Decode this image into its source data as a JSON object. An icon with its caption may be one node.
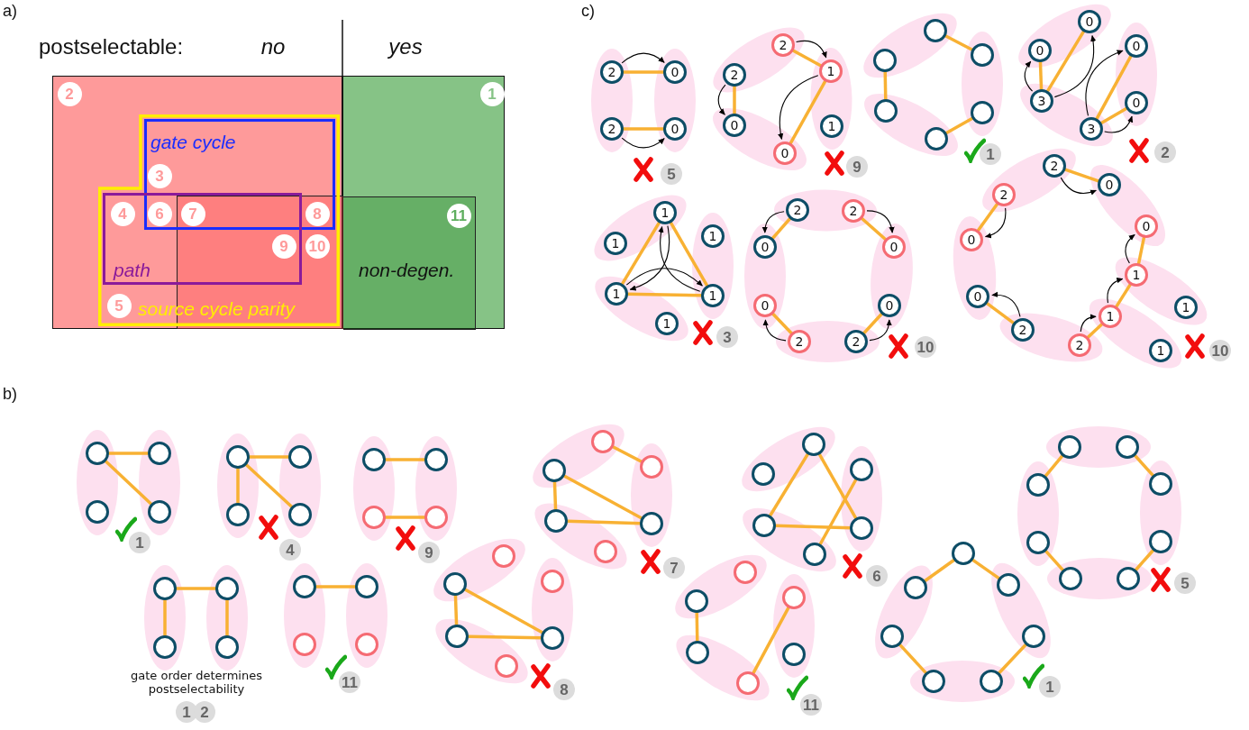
{
  "diagram": {
    "nodes": [
      {
        "text": [
          "2"
        ]
      },
      {
        "text": [
          "1"
        ]
      },
      {
        "text": [
          "5",
          "source cycle parity"
        ],
        "in": 0
      },
      {
        "text": [
          "gate cycle"
        ],
        "in": 2
      },
      {
        "text": [
          "path"
        ],
        "in": 2
      },
      {
        "text": [
          "11",
          "non-degen."
        ],
        "in": 1
      },
      {
        "text": [
          "2"
        ]
      },
      {
        "text": [
          "0"
        ]
      },
      {
        "text": [
          "2"
        ]
      },
      {
        "text": [
          "0"
        ]
      },
      {
        "text": [
          "2"
        ]
      },
      {
        "text": [
          "1"
        ]
      },
      {
        "text": [
          "2"
        ]
      },
      {
        "text": [
          "0"
        ]
      },
      {
        "text": [
          "1"
        ]
      },
      {
        "text": [
          "0"
        ]
      },
      {
        "text": [],
        "shape": "circle"
      },
      {
        "text": [],
        "shape": "circle"
      },
      {
        "text": [],
        "shape": "circle"
      },
      {
        "text": [],
        "shape": "circle"
      },
      {
        "text": [],
        "shape": "circle"
      },
      {
        "text": [],
        "shape": "circle"
      },
      {
        "text": [
          "0"
        ]
      },
      {
        "text": [
          "0"
        ]
      },
      {
        "text": [
          "0"
        ]
      },
      {
        "text": [
          "3"
        ]
      },
      {
        "text": [
          "0"
        ]
      },
      {
        "text": [
          "3"
        ]
      },
      {
        "text": [
          "1"
        ]
      },
      {
        "text": [
          "1"
        ]
      },
      {
        "text": [
          "1"
        ]
      },
      {
        "text": [
          "1"
        ]
      },
      {
        "text": [
          "1"
        ]
      },
      {
        "text": [
          "1"
        ]
      },
      {
        "text": [
          "2"
        ]
      },
      {
        "text": [
          "2"
        ]
      },
      {
        "text": [
          "0"
        ]
      },
      {
        "text": [
          "0"
        ]
      },
      {
        "text": [
          "0"
        ]
      },
      {
        "text": [
          "0"
        ]
      },
      {
        "text": [
          "2"
        ]
      },
      {
        "text": [
          "2"
        ]
      },
      {
        "text": [
          "2"
        ]
      },
      {
        "text": [
          "0"
        ]
      },
      {
        "text": [
          "2"
        ]
      },
      {
        "text": [
          "0"
        ]
      },
      {
        "text": [
          "0"
        ]
      },
      {
        "text": [
          "1"
        ]
      },
      {
        "text": [
          "0"
        ]
      },
      {
        "text": [
          "1"
        ]
      },
      {
        "text": [
          "1"
        ]
      },
      {
        "text": [
          "2"
        ]
      },
      {
        "text": [
          "2"
        ]
      },
      {
        "text": [
          "1"
        ]
      },
      {
        "text": [],
        "shape": "circle"
      },
      {
        "text": [],
        "shape": "circle"
      },
      {
        "text": [],
        "shape": "circle"
      },
      {
        "text": [],
        "shape": "circle"
      },
      {
        "text": [],
        "shape": "circle"
      },
      {
        "text": [],
        "shape": "circle"
      },
      {
        "text": [],
        "shape": "circle"
      },
      {
        "text": [],
        "shape": "circle"
      },
      {
        "text": [],
        "shape": "circle"
      },
      {
        "text": [],
        "shape": "circle"
      },
      {
        "text": [],
        "shape": "circle"
      },
      {
        "text": [],
        "shape": "circle"
      },
      {
        "text": [],
        "shape": "circle"
      },
      {
        "text": [],
        "shape": "circle"
      },
      {
        "text": [],
        "shape": "circle"
      },
      {
        "text": [],
        "shape": "circle"
      },
      {
        "text": [],
        "shape": "circle"
      },
      {
        "text": [],
        "shape": "circle"
      },
      {
        "text": [],
        "shape": "circle"
      },
      {
        "text": [],
        "shape": "circle"
      },
      {
        "text": [],
        "shape": "circle"
      },
      {
        "text": [],
        "shape": "circle"
      },
      {
        "text": [],
        "shape": "circle"
      },
      {
        "text": [],
        "shape": "circle"
      },
      {
        "text": [],
        "shape": "circle"
      },
      {
        "text": [],
        "shape": "circle"
      },
      {
        "text": [],
        "shape": "circle"
      },
      {
        "text": [],
        "shape": "circle"
      },
      {
        "text": [],
        "shape": "circle"
      },
      {
        "text": [],
        "shape": "circle"
      },
      {
        "text": [],
        "shape": "circle"
      },
      {
        "text": [],
        "shape": "circle"
      },
      {
        "text": [],
        "shape": "circle"
      },
      {
        "text": [],
        "shape": "circle"
      },
      {
        "text": [],
        "shape": "circle"
      },
      {
        "text": [],
        "shape": "circle"
      },
      {
        "text": [],
        "shape": "circle"
      },
      {
        "text": [],
        "shape": "circle"
      },
      {
        "text": [],
        "shape": "circle"
      },
      {
        "text": [],
        "shape": "circle"
      },
      {
        "text": [],
        "shape": "circle"
      },
      {
        "text": [],
        "shape": "circle"
      },
      {
        "text": [],
        "shape": "circle"
      },
      {
        "text": [],
        "shape": "circle"
      },
      {
        "text": [],
        "shape": "circle"
      },
      {
        "text": [],
        "shape": "circle"
      },
      {
        "text": [],
        "shape": "circle"
      },
      {
        "text": [],
        "shape": "circle"
      },
      {
        "text": [],
        "shape": "circle"
      },
      {
        "text": [],
        "shape": "circle"
      },
      {
        "text": [],
        "shape": "circle"
      },
      {
        "text": [],
        "shape": "circle"
      },
      {
        "text": [],
        "shape": "circle"
      },
      {
        "text": [],
        "shape": "circle"
      },
      {
        "text": [],
        "shape": "circle"
      },
      {
        "text": [],
        "shape": "circle"
      },
      {
        "text": [],
        "shape": "circle"
      },
      {
        "text": [],
        "shape": "circle"
      },
      {
        "text": [],
        "shape": "circle"
      }
    ],
    "edges": [
      {
        "from": 6,
        "to": 7,
        "arrow": "none"
      },
      {
        "from": 8,
        "to": 9,
        "arrow": "none"
      },
      {
        "from": 6,
        "to": 7,
        "arrow": "to",
        "color": "#000000"
      },
      {
        "from": 8,
        "to": 9,
        "arrow": "to",
        "color": "#000000"
      },
      {
        "from": 10,
        "to": 11,
        "arrow": "none"
      },
      {
        "from": 12,
        "to": 13,
        "arrow": "none"
      },
      {
        "from": 15,
        "to": 11,
        "arrow": "none"
      },
      {
        "from": 10,
        "to": 11,
        "arrow": "to",
        "color": "#000000"
      },
      {
        "from": 12,
        "to": 13,
        "arrow": "to",
        "color": "#000000"
      },
      {
        "from": 11,
        "to": 15,
        "arrow": "to",
        "color": "#000000"
      },
      {
        "from": 16,
        "to": 17,
        "arrow": "none"
      },
      {
        "from": 18,
        "to": 19,
        "arrow": "none"
      },
      {
        "from": 21,
        "to": 20,
        "arrow": "none"
      },
      {
        "from": 25,
        "to": 24,
        "arrow": "none"
      },
      {
        "from": 25,
        "to": 22,
        "arrow": "none"
      },
      {
        "from": 27,
        "to": 23,
        "arrow": "none"
      },
      {
        "from": 27,
        "to": 26,
        "arrow": "none"
      },
      {
        "from": 25,
        "to": 24,
        "arrow": "to",
        "color": "#000000"
      },
      {
        "from": 25,
        "to": 22,
        "arrow": "to",
        "color": "#000000"
      },
      {
        "from": 27,
        "to": 23,
        "arrow": "to",
        "color": "#000000"
      },
      {
        "from": 27,
        "to": 26,
        "arrow": "to",
        "color": "#000000"
      },
      {
        "from": 28,
        "to": 31,
        "arrow": "none"
      },
      {
        "from": 28,
        "to": 32,
        "arrow": "none"
      },
      {
        "from": 31,
        "to": 32,
        "arrow": "none"
      },
      {
        "from": 28,
        "to": 31,
        "arrow": "to",
        "color": "#000000"
      },
      {
        "from": 31,
        "to": 32,
        "arrow": "to",
        "color": "#000000"
      },
      {
        "from": 32,
        "to": 28,
        "arrow": "to",
        "color": "#000000"
      },
      {
        "from": 34,
        "to": 36,
        "arrow": "none"
      },
      {
        "from": 35,
        "to": 37,
        "arrow": "none"
      },
      {
        "from": 38,
        "to": 40,
        "arrow": "none"
      },
      {
        "from": 39,
        "to": 41,
        "arrow": "none"
      },
      {
        "from": 34,
        "to": 36,
        "arrow": "to",
        "color": "#000000"
      },
      {
        "from": 35,
        "to": 37,
        "arrow": "to",
        "color": "#000000"
      },
      {
        "from": 40,
        "to": 38,
        "arrow": "to",
        "color": "#000000"
      },
      {
        "from": 41,
        "to": 39,
        "arrow": "to",
        "color": "#000000"
      },
      {
        "from": 42,
        "to": 43,
        "arrow": "none"
      },
      {
        "from": 44,
        "to": 46,
        "arrow": "none"
      },
      {
        "from": 45,
        "to": 47,
        "arrow": "none"
      },
      {
        "from": 47,
        "to": 50,
        "arrow": "none"
      },
      {
        "from": 50,
        "to": 52,
        "arrow": "none"
      },
      {
        "from": 48,
        "to": 51,
        "arrow": "none"
      },
      {
        "from": 42,
        "to": 43,
        "arrow": "to",
        "color": "#000000"
      },
      {
        "from": 44,
        "to": 46,
        "arrow": "to",
        "color": "#000000"
      },
      {
        "from": 51,
        "to": 48,
        "arrow": "to",
        "color": "#000000"
      },
      {
        "from": 52,
        "to": 50,
        "arrow": "to",
        "color": "#000000"
      },
      {
        "from": 50,
        "to": 47,
        "arrow": "to",
        "color": "#000000"
      },
      {
        "from": 47,
        "to": 45,
        "arrow": "to",
        "color": "#000000"
      },
      {
        "from": 54,
        "to": 55,
        "arrow": "none"
      },
      {
        "from": 54,
        "to": 57,
        "arrow": "none"
      },
      {
        "from": 58,
        "to": 59,
        "arrow": "none"
      },
      {
        "from": 58,
        "to": 60,
        "arrow": "none"
      },
      {
        "from": 58,
        "to": 61,
        "arrow": "none"
      },
      {
        "from": 62,
        "to": 63,
        "arrow": "none"
      },
      {
        "from": 64,
        "to": 65,
        "arrow": "none"
      },
      {
        "from": 66,
        "to": 67,
        "arrow": "none"
      },
      {
        "from": 66,
        "to": 68,
        "arrow": "none"
      },
      {
        "from": 67,
        "to": 69,
        "arrow": "none"
      },
      {
        "from": 70,
        "to": 71,
        "arrow": "none"
      },
      {
        "from": 74,
        "to": 75,
        "arrow": "none"
      },
      {
        "from": 76,
        "to": 78,
        "arrow": "none"
      },
      {
        "from": 76,
        "to": 77,
        "arrow": "none"
      },
      {
        "from": 77,
        "to": 78,
        "arrow": "none"
      },
      {
        "from": 82,
        "to": 84,
        "arrow": "none"
      },
      {
        "from": 82,
        "to": 83,
        "arrow": "none"
      },
      {
        "from": 83,
        "to": 84,
        "arrow": "none"
      },
      {
        "from": 86,
        "to": 89,
        "arrow": "none"
      },
      {
        "from": 86,
        "to": 90,
        "arrow": "none"
      },
      {
        "from": 89,
        "to": 90,
        "arrow": "none"
      },
      {
        "from": 87,
        "to": 91,
        "arrow": "none"
      },
      {
        "from": 94,
        "to": 95,
        "arrow": "none"
      },
      {
        "from": 97,
        "to": 93,
        "arrow": "none"
      },
      {
        "from": 98,
        "to": 100,
        "arrow": "none"
      },
      {
        "from": 98,
        "to": 99,
        "arrow": "none"
      },
      {
        "from": 101,
        "to": 103,
        "arrow": "none"
      },
      {
        "from": 104,
        "to": 102,
        "arrow": "none"
      },
      {
        "from": 105,
        "to": 107,
        "arrow": "none"
      },
      {
        "from": 106,
        "to": 108,
        "arrow": "none"
      },
      {
        "from": 109,
        "to": 111,
        "arrow": "none"
      },
      {
        "from": 110,
        "to": 112,
        "arrow": "none"
      }
    ],
    "labels": [
      "a)",
      "postselectable:",
      "no",
      "yes",
      "3",
      "4",
      "6",
      "7",
      "8",
      "9",
      "10",
      "c)",
      "5",
      "9",
      "1",
      "2",
      "3",
      "10",
      "10",
      "b)",
      "1",
      "4",
      "9",
      "gate order determines postselectability",
      "1",
      "2",
      "11",
      "7",
      "8",
      "6",
      "11",
      "1",
      "5"
    ]
  }
}
